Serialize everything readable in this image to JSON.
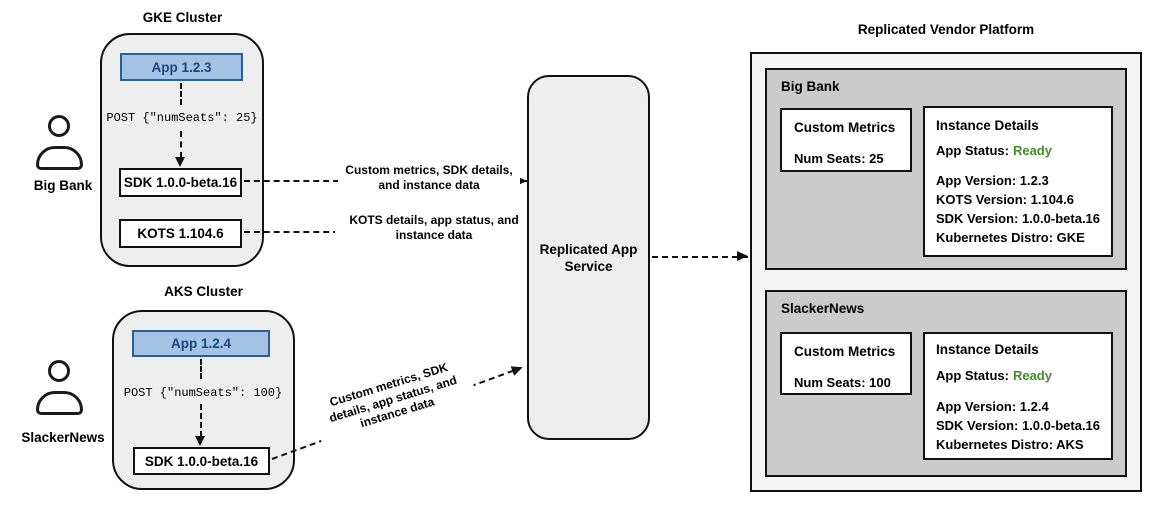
{
  "colors": {
    "app_box_fill": "#a4c2e4",
    "app_box_border": "#2a6099",
    "status_ready_green": "#3f8f29",
    "customer_panel_gray": "#cbcbcb"
  },
  "personas": [
    {
      "icon": "person-icon",
      "name": "Big Bank"
    },
    {
      "icon": "person-icon",
      "name": "SlackerNews"
    }
  ],
  "clusters": [
    {
      "title": "GKE Cluster",
      "app_label": "App 1.2.3",
      "post_text": "POST {\"numSeats\": 25}",
      "components": [
        "SDK 1.0.0-beta.16",
        "KOTS 1.104.6"
      ]
    },
    {
      "title": "AKS Cluster",
      "app_label": "App 1.2.4",
      "post_text": "POST {\"numSeats\": 100}",
      "components": [
        "SDK 1.0.0-beta.16"
      ]
    }
  ],
  "flows": [
    {
      "label": "Custom metrics, SDK details, and instance data"
    },
    {
      "label": "KOTS details, app status, and instance data"
    },
    {
      "label": "Custom metrics, SDK details, app status, and instance data"
    }
  ],
  "service": {
    "title": "Replicated App Service"
  },
  "platform": {
    "title": "Replicated Vendor Platform",
    "customers": [
      {
        "name": "Big Bank",
        "metrics": {
          "title": "Custom Metrics",
          "rows": [
            "Num Seats: 25"
          ]
        },
        "details": {
          "title": "Instance Details",
          "status_label": "App Status:",
          "status_value": "Ready",
          "rows": [
            "App Version: 1.2.3",
            "KOTS Version: 1.104.6",
            "SDK Version: 1.0.0-beta.16",
            "Kubernetes Distro: GKE"
          ]
        }
      },
      {
        "name": "SlackerNews",
        "metrics": {
          "title": "Custom Metrics",
          "rows": [
            "Num Seats: 100"
          ]
        },
        "details": {
          "title": "Instance Details",
          "status_label": "App Status:",
          "status_value": "Ready",
          "rows": [
            "App Version: 1.2.4",
            "SDK Version: 1.0.0-beta.16",
            "Kubernetes Distro: AKS"
          ]
        }
      }
    ]
  }
}
